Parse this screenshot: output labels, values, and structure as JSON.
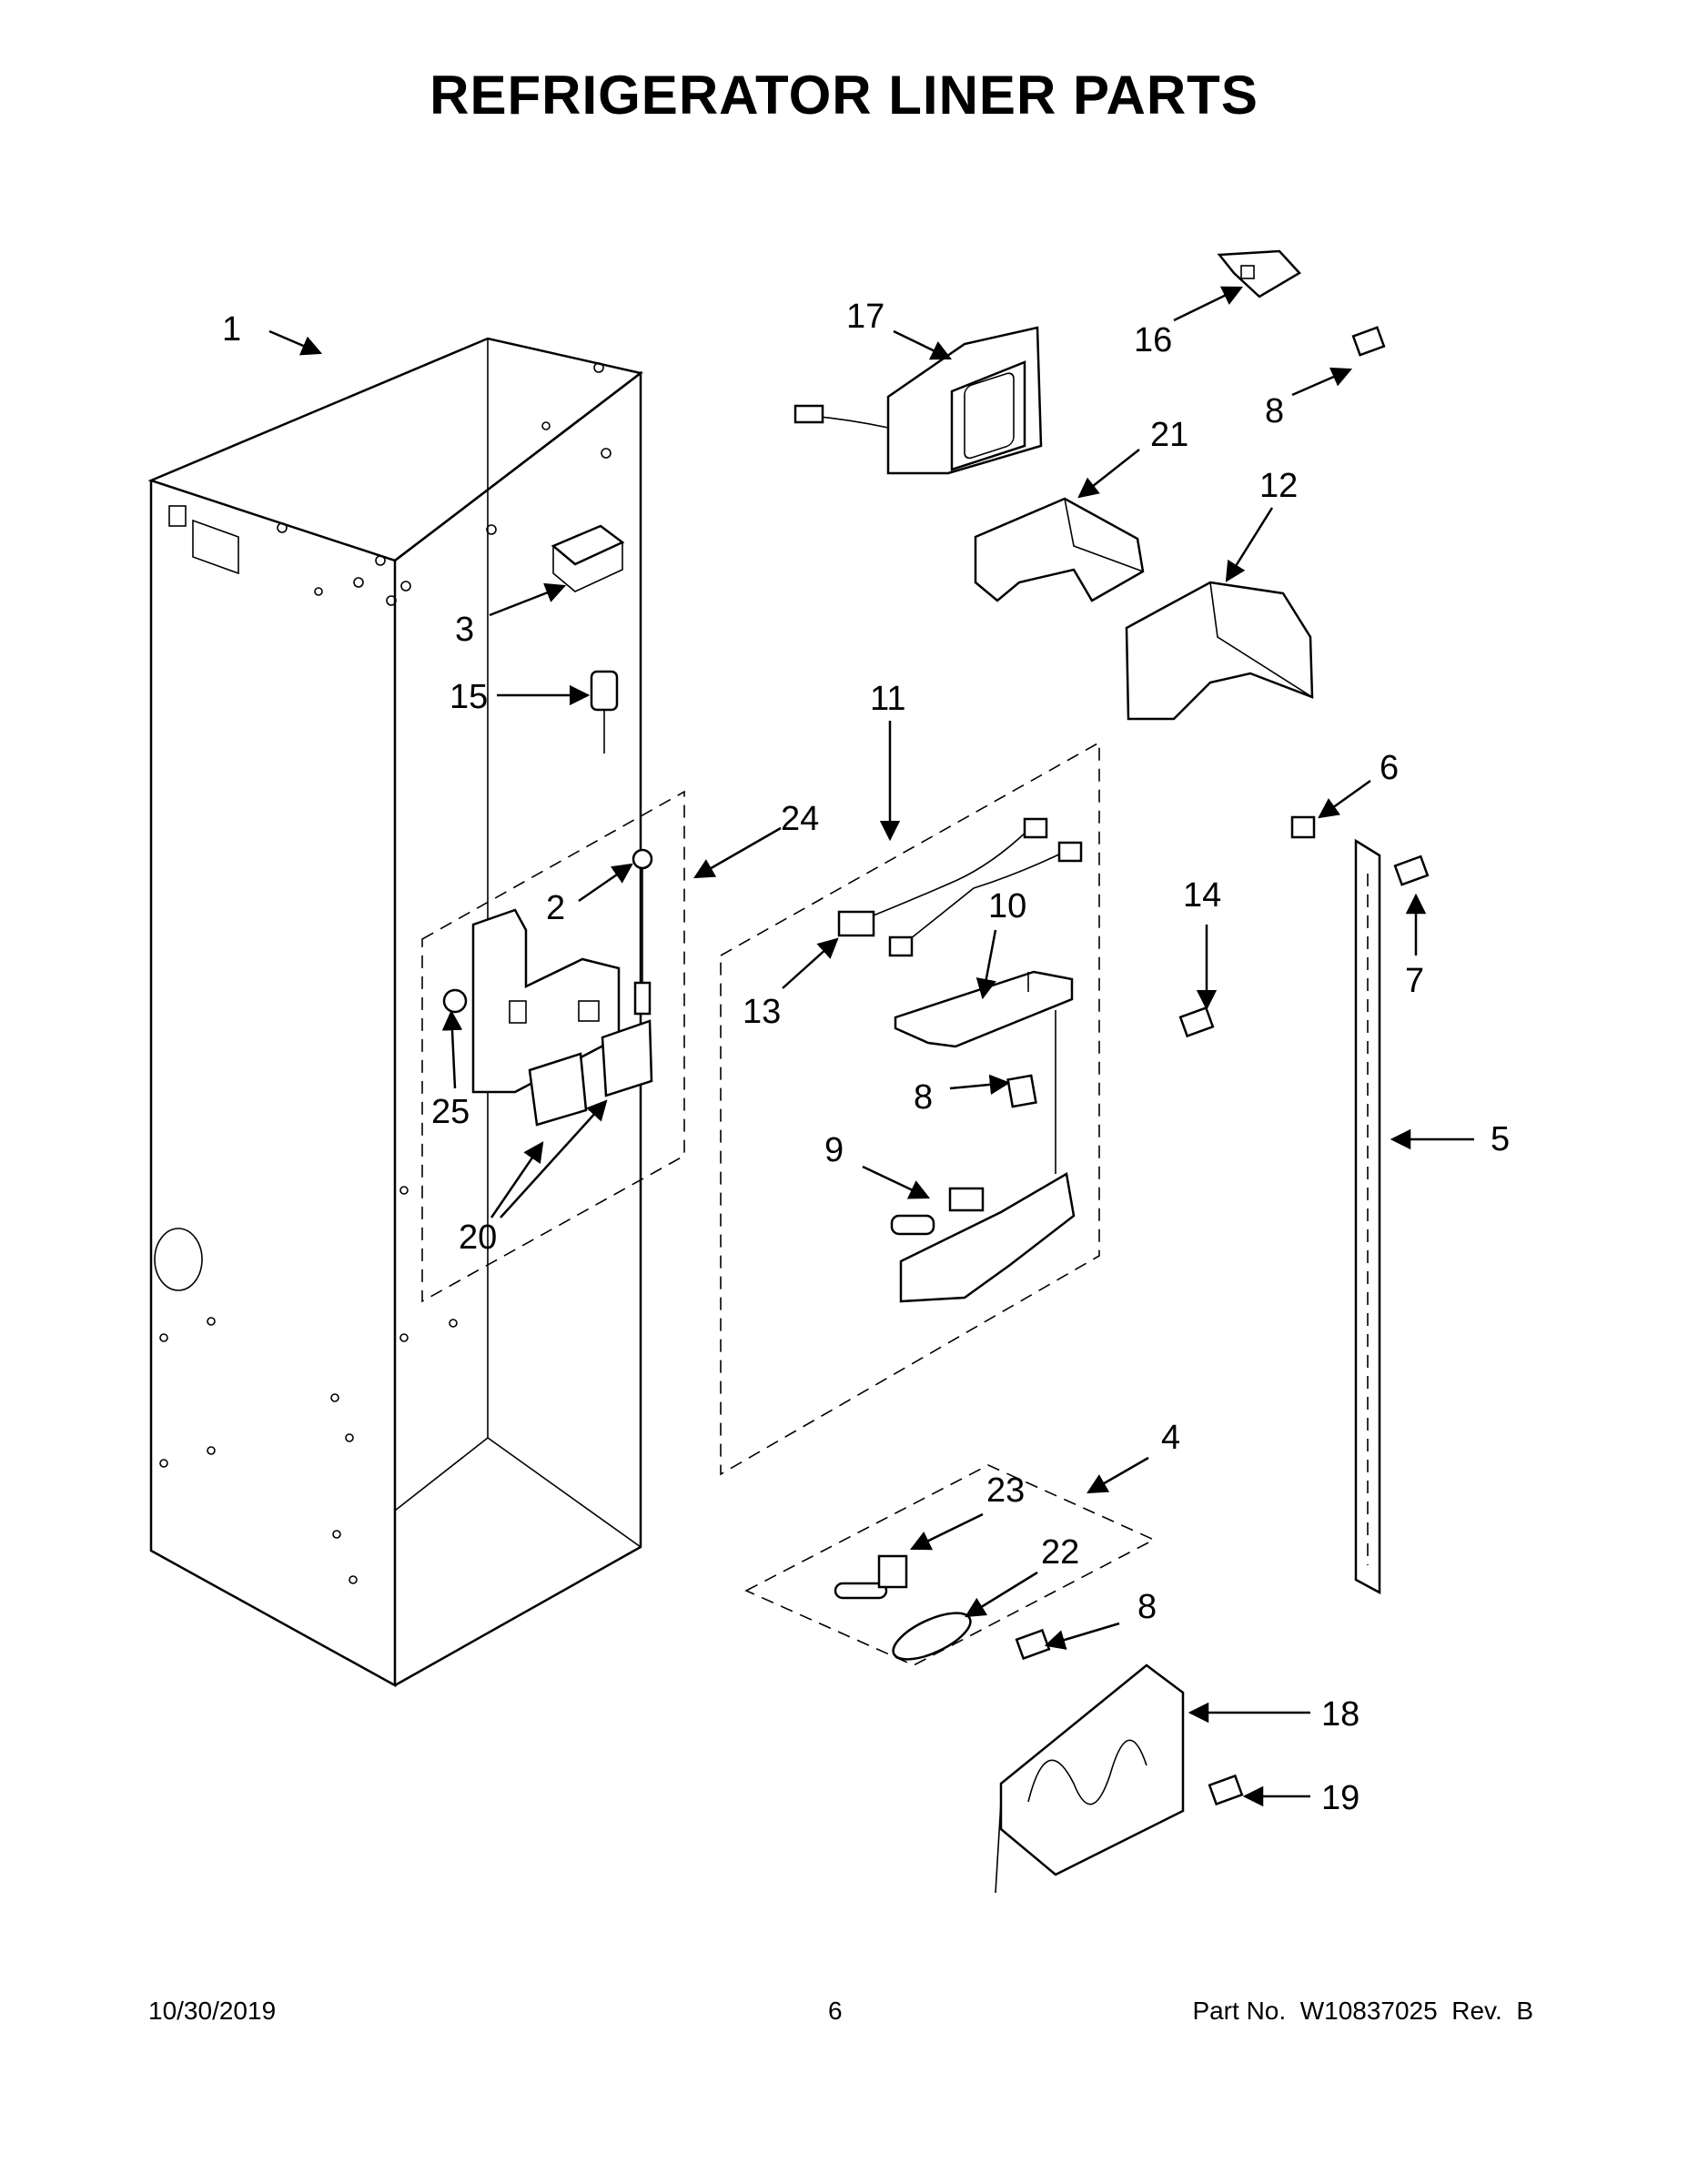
{
  "title": "REFRIGERATOR LINER PARTS",
  "footer": {
    "date": "10/30/2019",
    "page": "6",
    "part": "Part No.  W10837025  Rev.  B"
  },
  "callouts": {
    "c1": "1",
    "c2": "2",
    "c3": "3",
    "c4": "4",
    "c5": "5",
    "c6": "6",
    "c7": "7",
    "c8a": "8",
    "c8b": "8",
    "c8c": "8",
    "c9": "9",
    "c10": "10",
    "c11": "11",
    "c12": "12",
    "c13": "13",
    "c14": "14",
    "c15": "15",
    "c16": "16",
    "c17": "17",
    "c18": "18",
    "c19": "19",
    "c20": "20",
    "c21": "21",
    "c22": "22",
    "c23": "23",
    "c24": "24",
    "c25": "25"
  }
}
